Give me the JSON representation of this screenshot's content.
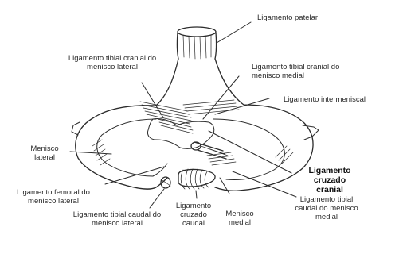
{
  "labels": {
    "patellar_ligament": "Ligamento patelar",
    "cranial_tibial_lateral": [
      "Ligamento tibial cranial do",
      "menisco lateral"
    ],
    "cranial_tibial_medial": [
      "Ligamento tibial cranial do",
      "menisco medial"
    ],
    "intermeniscal": "Ligamento intermeniscal",
    "lateral_meniscus": [
      "Menisco",
      "lateral"
    ],
    "cranial_cruciate": [
      "Ligamento",
      "cruzado",
      "cranial"
    ],
    "meniscofemoral": [
      "Ligamento femoral do",
      "menisco lateral"
    ],
    "caudal_tibial_lateral": [
      "Ligamento tibial caudal do",
      "menisco lateral"
    ],
    "caudal_cruciate": [
      "Ligamento",
      "cruzado",
      "caudal"
    ],
    "medial_meniscus": [
      "Menisco",
      "medial"
    ],
    "caudal_tibial_medial": [
      "Ligamento tibial",
      "caudal do menisco",
      "medial"
    ]
  },
  "colors": {
    "ink": "#2b2b2b",
    "background": "#ffffff"
  }
}
